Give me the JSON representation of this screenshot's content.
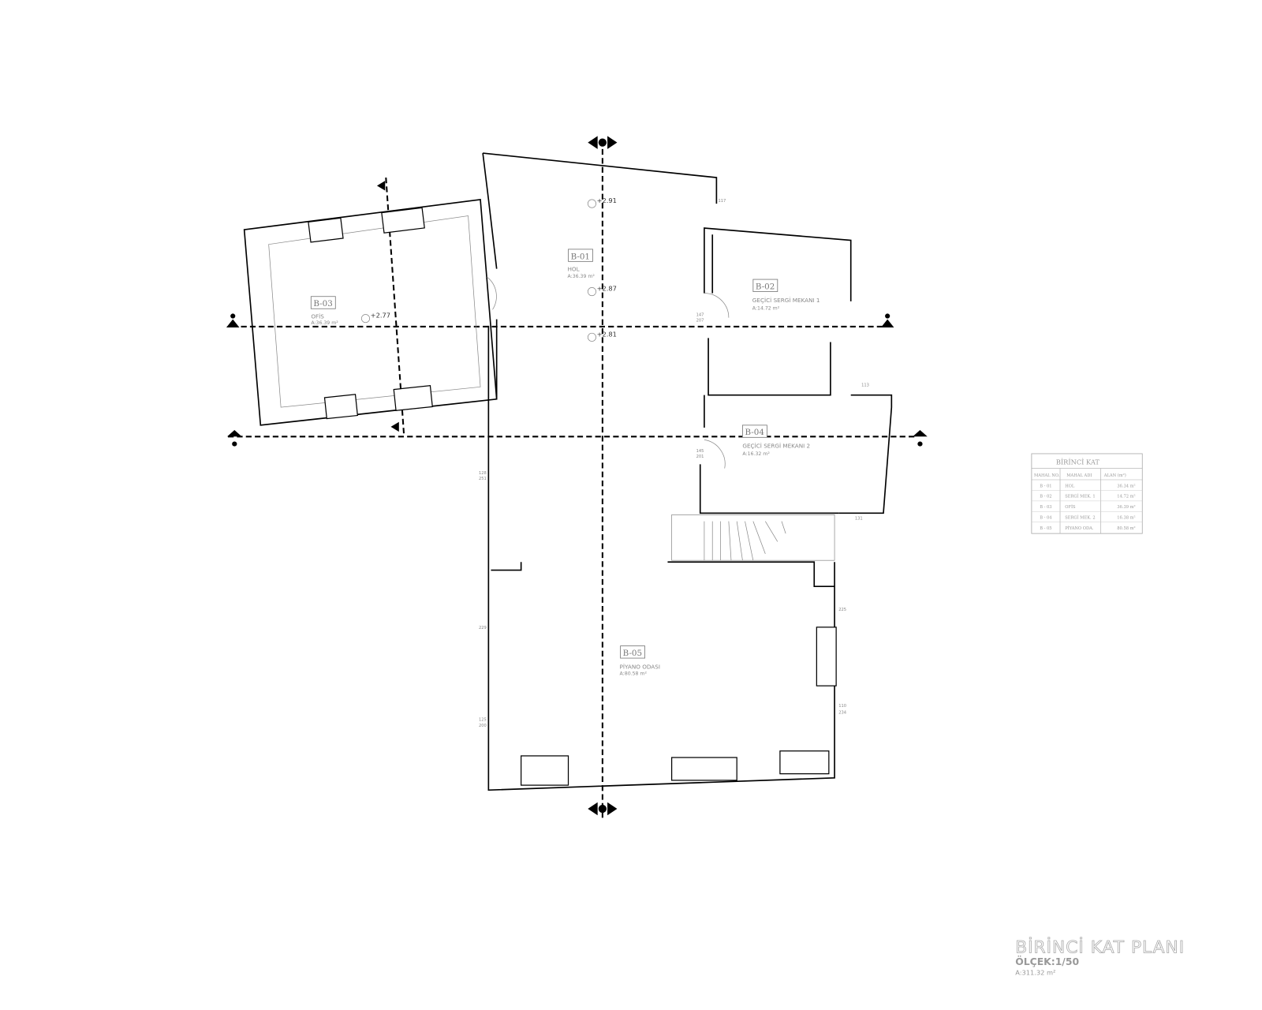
{
  "drawing": {
    "title": "BİRİNCİ KAT PLANI",
    "scale": "ÖLÇEK:1/50",
    "total_area": "A:311.32 m²"
  },
  "rooms": [
    {
      "tag": "B-01",
      "name": "HOL",
      "area": "A:36.39 m²"
    },
    {
      "tag": "B-02",
      "name": "GEÇİCİ SERGİ MEKANI 1",
      "area": "A:14.72 m²"
    },
    {
      "tag": "B-03",
      "name": "OFİS",
      "area": "A:36.39 m²"
    },
    {
      "tag": "B-04",
      "name": "GEÇİCİ SERGİ MEKANI 2",
      "area": "A:16.32 m²"
    },
    {
      "tag": "B-05",
      "name": "PİYANO ODASI",
      "area": "A:80.58 m²"
    }
  ],
  "elevations": [
    "+2.91",
    "+2.87",
    "+2.81",
    "+2.77"
  ],
  "schedule": {
    "title": "BİRİNCİ KAT",
    "headers": [
      "MAHAL NO.",
      "MAHAL ADI",
      "ALAN (m²)"
    ],
    "rows": [
      [
        "B - 01",
        "HOL",
        "36.34 m²"
      ],
      [
        "B - 02",
        "SERGİ MEK. 1",
        "14.72 m²"
      ],
      [
        "B - 03",
        "OFİS",
        "36.39 m²"
      ],
      [
        "B - 04",
        "SERGİ MEK. 2",
        "16.38 m²"
      ],
      [
        "B - 05",
        "PİYANO ODA.",
        "80.58 m²"
      ]
    ]
  },
  "dimensions": [
    "147",
    "145",
    "128",
    "125",
    "110",
    "113",
    "117",
    "131",
    "207",
    "201",
    "229",
    "251",
    "234",
    "225",
    "200"
  ]
}
